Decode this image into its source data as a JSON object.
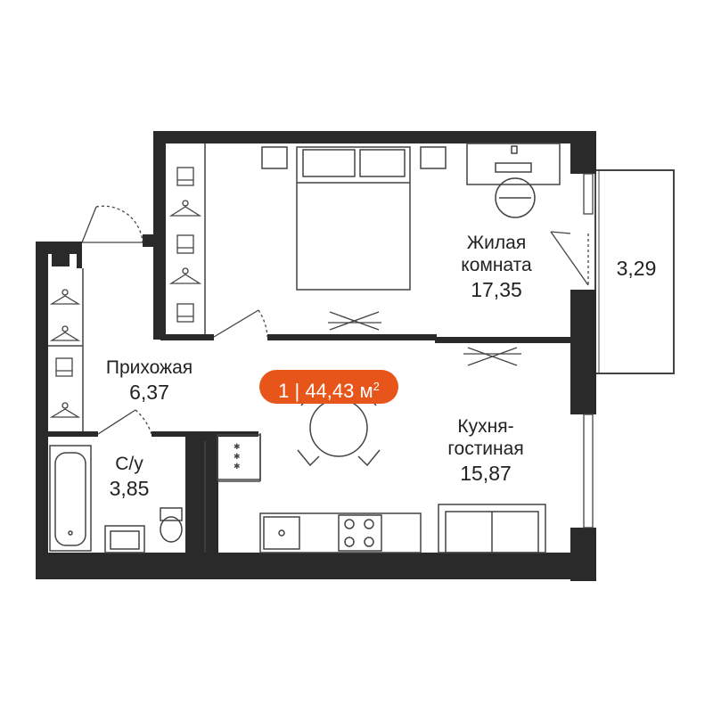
{
  "colors": {
    "wall": "#2a2a2a",
    "badge": "#e8551b",
    "line": "#444444",
    "text": "#222222"
  },
  "summary": {
    "rooms": "1",
    "separator": "|",
    "total_area": "44,43",
    "unit": "м",
    "unit_power": "2"
  },
  "rooms": {
    "living": {
      "name_line1": "Жилая",
      "name_line2": "комната",
      "area": "17,35"
    },
    "hall": {
      "name": "Прихожая",
      "area": "6,37"
    },
    "bath": {
      "name": "С/у",
      "area": "3,85"
    },
    "kitchen": {
      "name_line1": "Кухня-",
      "name_line2": "гостиная",
      "area": "15,87"
    },
    "balcony": {
      "area": "3,29"
    }
  }
}
